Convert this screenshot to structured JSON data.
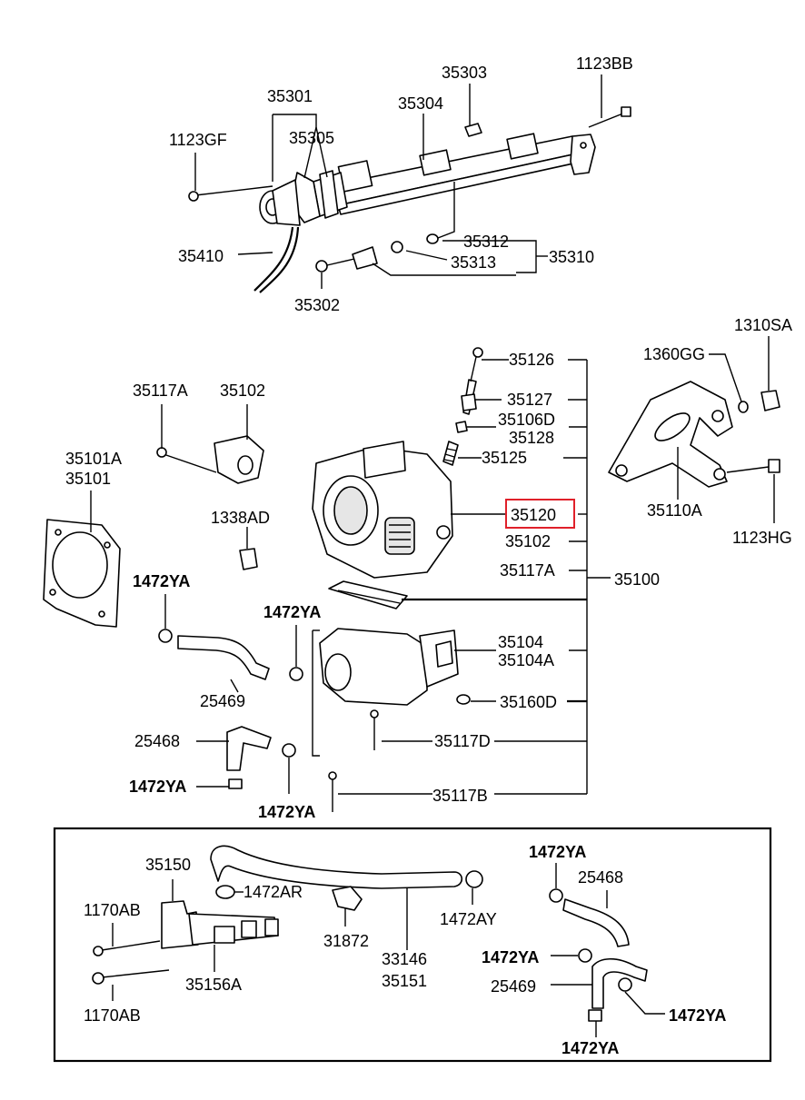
{
  "labels": {
    "l_35301": "35301",
    "l_35305": "35305",
    "l_35304": "35304",
    "l_35303": "35303",
    "l_1123BB": "1123BB",
    "l_1123GF": "1123GF",
    "l_35410": "35410",
    "l_35312": "35312",
    "l_35313": "35313",
    "l_35310": "35310",
    "l_35302": "35302",
    "l_35126": "35126",
    "l_35127": "35127",
    "l_35106D": "35106D",
    "l_35128": "35128",
    "l_35125": "35125",
    "l_35120": "35120",
    "l_35102b": "35102",
    "l_35117Ab": "35117A",
    "l_35100": "35100",
    "l_35104": "35104",
    "l_35104A": "35104A",
    "l_35160D": "35160D",
    "l_35117D": "35117D",
    "l_35117B": "35117B",
    "l_35117A": "35117A",
    "l_35102": "35102",
    "l_35101A": "35101A",
    "l_35101": "35101",
    "l_1338AD": "1338AD",
    "l_1310SA": "1310SA",
    "l_1360GG": "1360GG",
    "l_35110A": "35110A",
    "l_1123HG": "1123HG",
    "l_1472YA_a": "1472YA",
    "l_1472YA_b": "1472YA",
    "l_25469": "25469",
    "l_25468": "25468",
    "l_1472YA_c": "1472YA",
    "l_1472YA_d": "1472YA",
    "l_35150": "35150",
    "l_1472AR": "1472AR",
    "l_1472AY": "1472AY",
    "l_1170AB_a": "1170AB",
    "l_31872": "31872",
    "l_33146": "33146",
    "l_35151": "35151",
    "l_35156A": "35156A",
    "l_1170AB_b": "1170AB",
    "l_1472YA_e": "1472YA",
    "l_25468b": "25468",
    "l_1472YA_f": "1472YA",
    "l_25469b": "25469",
    "l_1472YA_g": "1472YA",
    "l_1472YA_h": "1472YA"
  },
  "highlight": {
    "part_number": "35120",
    "color": "#e0202a"
  }
}
